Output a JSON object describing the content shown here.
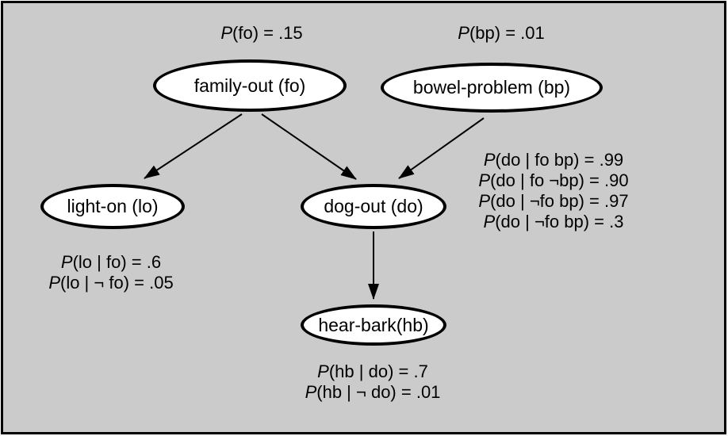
{
  "figure": {
    "type": "bayesian-network-diagram",
    "background_color": "#cbcbcb",
    "frame_color": "#000000",
    "node_fill": "#ffffff",
    "node_stroke": "#000000"
  },
  "nodes": {
    "family_out": {
      "label": "family-out (fo)"
    },
    "bowel_problem": {
      "label": "bowel-problem (bp)"
    },
    "light_on": {
      "label": "light-on (lo)"
    },
    "dog_out": {
      "label": "dog-out (do)"
    },
    "hear_bark": {
      "label": "hear-bark(hb)"
    }
  },
  "edges": [
    {
      "from": "family-out (fo)",
      "to": "light-on (lo)"
    },
    {
      "from": "family-out (fo)",
      "to": "dog-out (do)"
    },
    {
      "from": "bowel-problem (bp)",
      "to": "dog-out (do)"
    },
    {
      "from": "dog-out (do)",
      "to": "hear-bark(hb)"
    }
  ],
  "probabilities": {
    "fo_prior": "P(fo) = .15",
    "bp_prior": "P(bp) = .01",
    "lo_line1": "P(lo | fo) = .6",
    "lo_line2": "P(lo | ¬ fo) = .05",
    "do_line1": "P(do | fo bp) = .99",
    "do_line2": "P(do | fo ¬bp) = .90",
    "do_line3": "P(do | ¬fo bp) = .97",
    "do_line4": "P(do | ¬fo bp) = .3",
    "hb_line1": "P(hb | do) = .7",
    "hb_line2": "P(hb | ¬ do) = .01"
  }
}
